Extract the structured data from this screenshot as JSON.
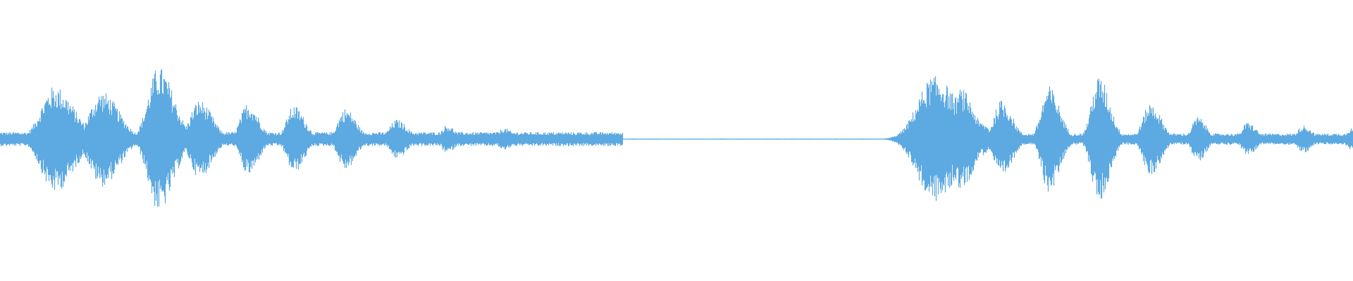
{
  "waveform": {
    "color": "#5DA9E1",
    "background": "#ffffff",
    "duration_fraction_samples": 1920,
    "bursts": [
      {
        "center": 0.04,
        "amp": 0.38,
        "width": 0.018
      },
      {
        "center": 0.075,
        "amp": 0.34,
        "width": 0.016
      },
      {
        "center": 0.117,
        "amp": 0.52,
        "width": 0.014
      },
      {
        "center": 0.147,
        "amp": 0.28,
        "width": 0.012
      },
      {
        "center": 0.183,
        "amp": 0.26,
        "width": 0.01
      },
      {
        "center": 0.217,
        "amp": 0.24,
        "width": 0.01
      },
      {
        "center": 0.255,
        "amp": 0.22,
        "width": 0.01
      },
      {
        "center": 0.293,
        "amp": 0.14,
        "width": 0.01
      },
      {
        "center": 0.33,
        "amp": 0.1,
        "width": 0.008
      },
      {
        "center": 0.372,
        "amp": 0.08,
        "width": 0.008
      },
      {
        "center": 0.41,
        "amp": 0.05,
        "width": 0.006
      },
      {
        "center": 0.445,
        "amp": 0.04,
        "width": 0.004
      },
      {
        "center": 0.69,
        "amp": 0.45,
        "width": 0.022
      },
      {
        "center": 0.71,
        "amp": 0.36,
        "width": 0.012
      },
      {
        "center": 0.725,
        "amp": 0.12,
        "width": 0.008
      },
      {
        "center": 0.74,
        "amp": 0.28,
        "width": 0.01
      },
      {
        "center": 0.775,
        "amp": 0.38,
        "width": 0.01
      },
      {
        "center": 0.812,
        "amp": 0.45,
        "width": 0.01
      },
      {
        "center": 0.85,
        "amp": 0.26,
        "width": 0.01
      },
      {
        "center": 0.885,
        "amp": 0.16,
        "width": 0.008
      },
      {
        "center": 0.922,
        "amp": 0.12,
        "width": 0.008
      },
      {
        "center": 0.963,
        "amp": 0.1,
        "width": 0.008
      },
      {
        "center": 0.998,
        "amp": 0.08,
        "width": 0.006
      }
    ],
    "noise_floor": [
      {
        "from": 0.0,
        "to": 0.46,
        "amp": 0.05
      },
      {
        "from": 0.46,
        "to": 0.665,
        "amp": 0.004
      },
      {
        "from": 0.665,
        "to": 1.0,
        "amp": 0.04
      }
    ]
  }
}
